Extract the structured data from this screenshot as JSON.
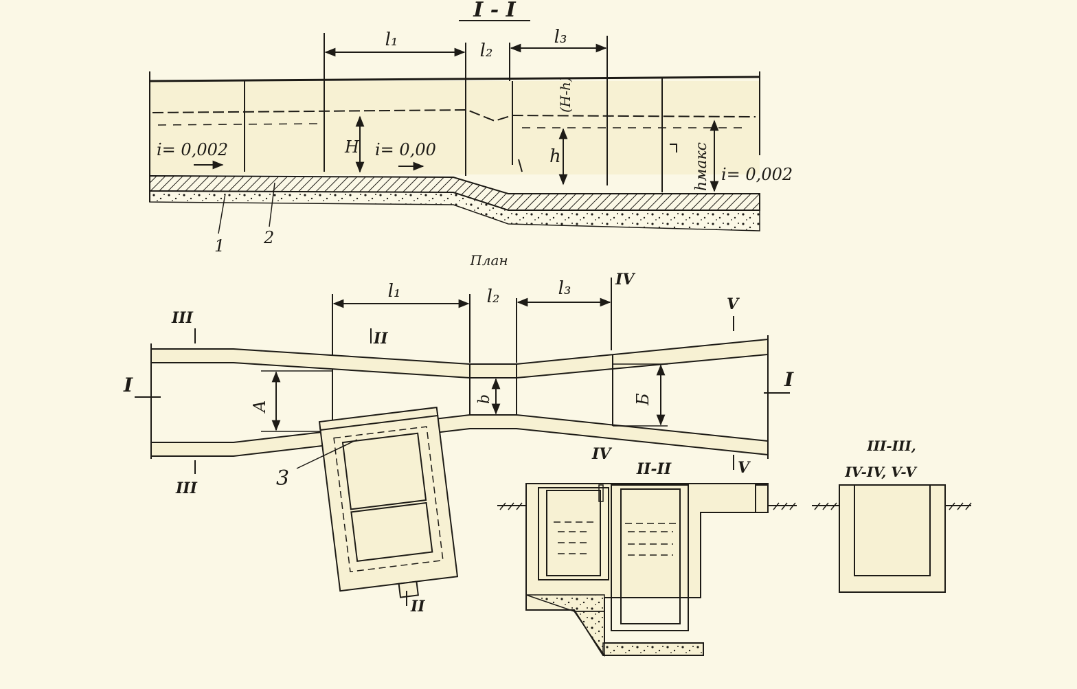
{
  "section_title": "I - I",
  "profile": {
    "dims": {
      "l1": "l₁",
      "l2": "l₂",
      "l3": "l₃"
    },
    "slope_in": "i= 0,002",
    "slope_mid": "i= 0,00",
    "slope_out": "i= 0,002",
    "H": "H",
    "H_minus_h": "(H-h)",
    "h": "h",
    "h_max": "hмакс",
    "marker_1": "1",
    "marker_2": "2"
  },
  "plan": {
    "title": "План",
    "dims": {
      "l1": "l₁",
      "l2": "l₂",
      "l3": "l₃"
    },
    "A": "A",
    "b_small": "b",
    "B": "Б",
    "cut_I_left": "I",
    "cut_I_right": "I",
    "cut_II_top": "II",
    "cut_II_bottom": "II",
    "cut_III_top": "III",
    "cut_III_bottom": "III",
    "cut_IV_top": "IV",
    "cut_IV_bottom": "IV",
    "cut_V_top": "V",
    "cut_V_bottom": "V",
    "marker_3": "3"
  },
  "section_II": {
    "title": "II-II"
  },
  "section_III": {
    "title_line1": "III-III,",
    "title_line2": "IV-IV, V-V"
  },
  "colors": {
    "paper": "#fbf8e6",
    "ink": "#1d1b16",
    "water": "#f7f1d3"
  }
}
